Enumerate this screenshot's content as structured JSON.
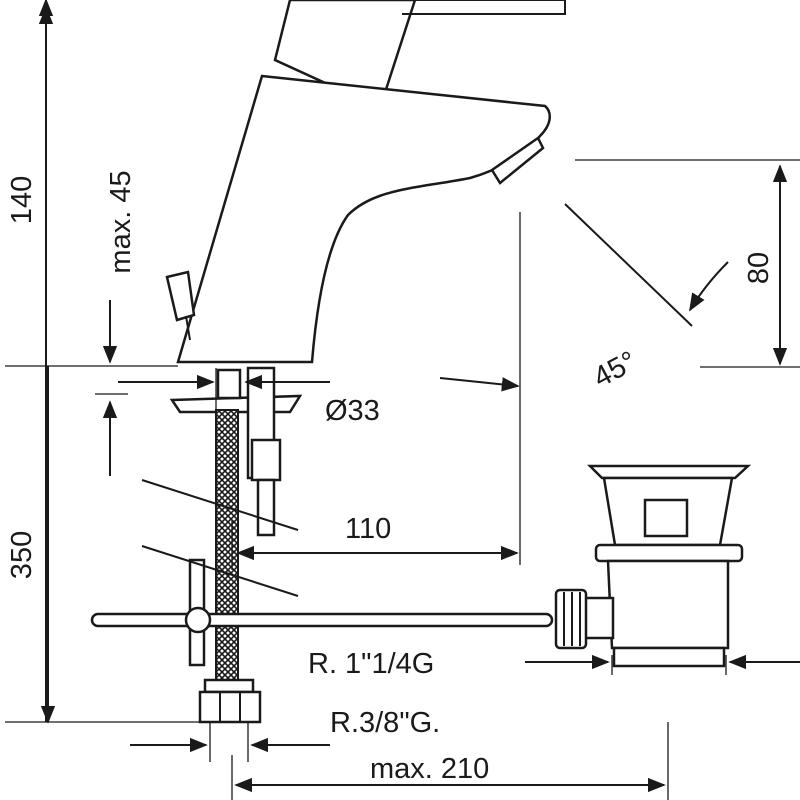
{
  "dimensions": {
    "height_140": "140",
    "max_45": "max. 45",
    "height_350": "350",
    "diameter_33": "Ø33",
    "length_110": "110",
    "angle_45": "45°",
    "height_80": "80",
    "thread_waste": "R. 1\"1/4G",
    "thread_supply": "R.3/8\"G.",
    "max_210": "max. 210"
  },
  "colors": {
    "line": "#1a1a1a",
    "background": "#ffffff"
  }
}
